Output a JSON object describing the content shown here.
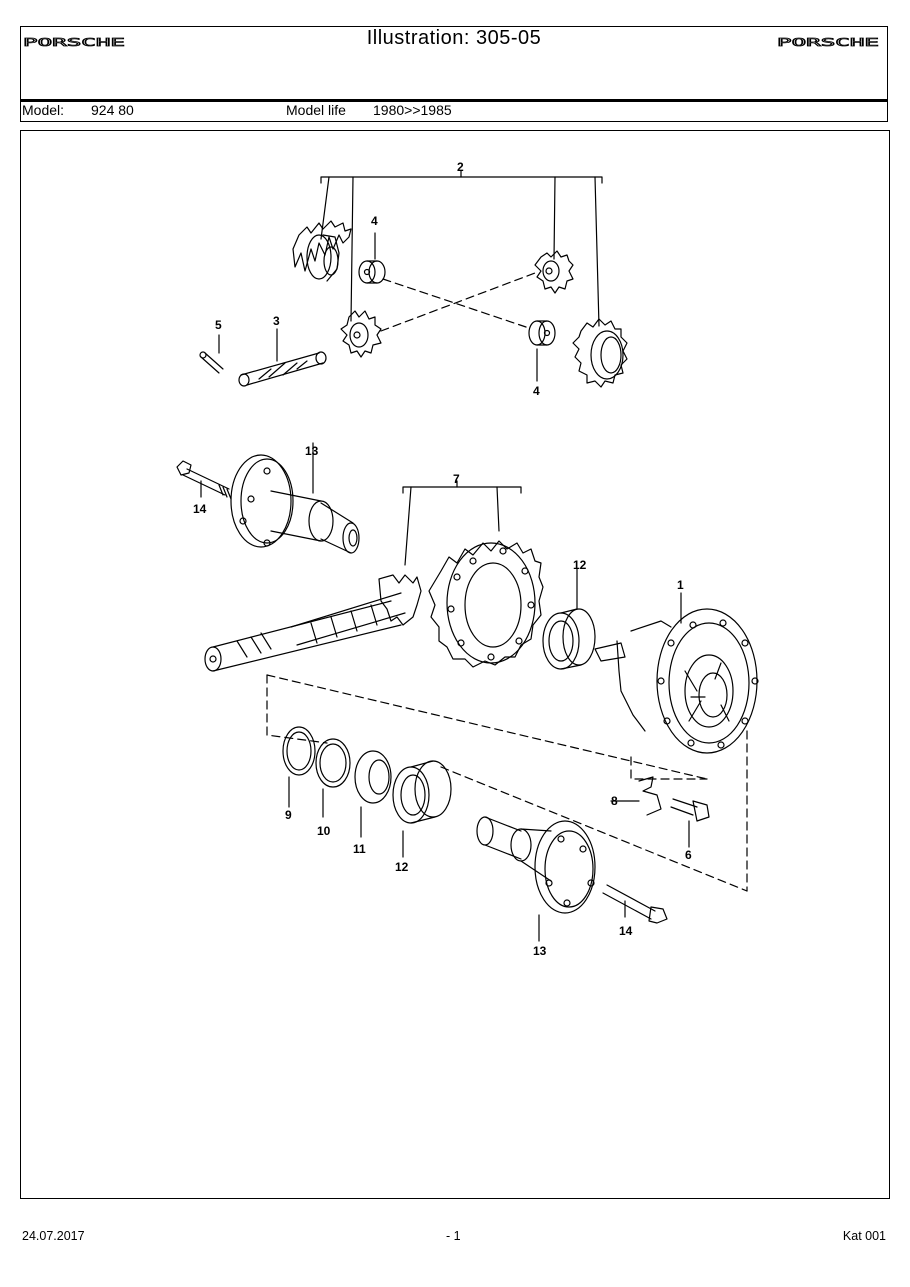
{
  "header": {
    "brand_left": "PORSCHE",
    "brand_right": "PORSCHE",
    "title": "Illustration: 305-05",
    "model_label": "Model:",
    "model_value": "924 80",
    "model_life_label": "Model life",
    "model_life_value": "1980>>1985"
  },
  "callouts": {
    "c1": "1",
    "c2": "2",
    "c3": "3",
    "c4a": "4",
    "c4b": "4",
    "c5": "5",
    "c6": "6",
    "c7": "7",
    "c8": "8",
    "c9": "9",
    "c10": "10",
    "c11": "11",
    "c12a": "12",
    "c12b": "12",
    "c13a": "13",
    "c13b": "13",
    "c14a": "14",
    "c14b": "14"
  },
  "footer": {
    "date": "24.07.2017",
    "page": "- 1",
    "catalog": "Kat 001"
  }
}
